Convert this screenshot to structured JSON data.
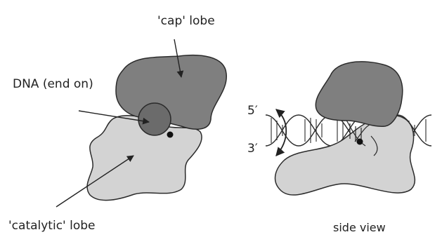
{
  "labels": {
    "cap_lobe": "'cap' lobe",
    "dna_end_on": "DNA (end on)",
    "catalytic_lobe": "'catalytic' lobe",
    "five_prime": "5′",
    "three_prime": "3′",
    "side_view": "side view"
  },
  "colors": {
    "cap_lobe_fill": "#7f7f7f",
    "catalytic_lobe_fill": "#d3d3d3",
    "dna_end_fill": "#6b6b6b",
    "outline": "#2b2b2b"
  }
}
